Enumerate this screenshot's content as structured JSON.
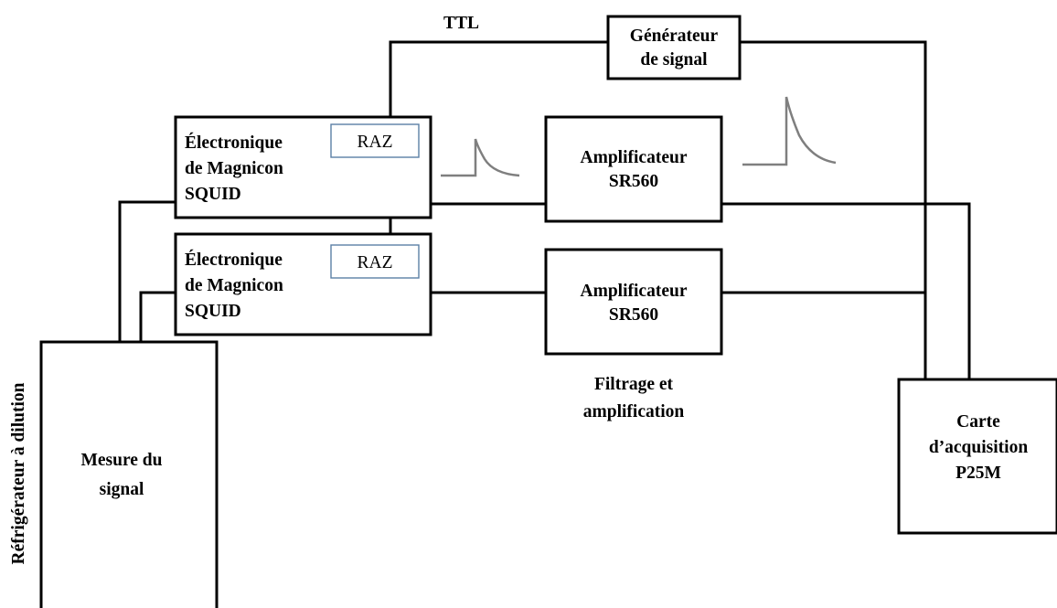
{
  "diagram": {
    "ttl_label": "TTL",
    "generator": {
      "line1": "Générateur",
      "line2": "de signal"
    },
    "squid_top": {
      "line1": "Électronique",
      "line2": "de Magnicon",
      "line3": "SQUID",
      "raz": "RAZ"
    },
    "squid_bottom": {
      "line1": "Électronique",
      "line2": "de Magnicon",
      "line3": "SQUID",
      "raz": "RAZ"
    },
    "amp_top": {
      "line1": "Amplificateur",
      "line2": "SR560"
    },
    "amp_bottom": {
      "line1": "Amplificateur",
      "line2": "SR560"
    },
    "filter_caption": {
      "line1": "Filtrage et",
      "line2": "amplification"
    },
    "fridge": {
      "side_label": "Réfrigérateur à dilution",
      "line1": "Mesure du",
      "line2": "signal"
    },
    "acq_card": {
      "line1": "Carte",
      "line2": "d’acquisition",
      "line3": "P25M"
    }
  }
}
